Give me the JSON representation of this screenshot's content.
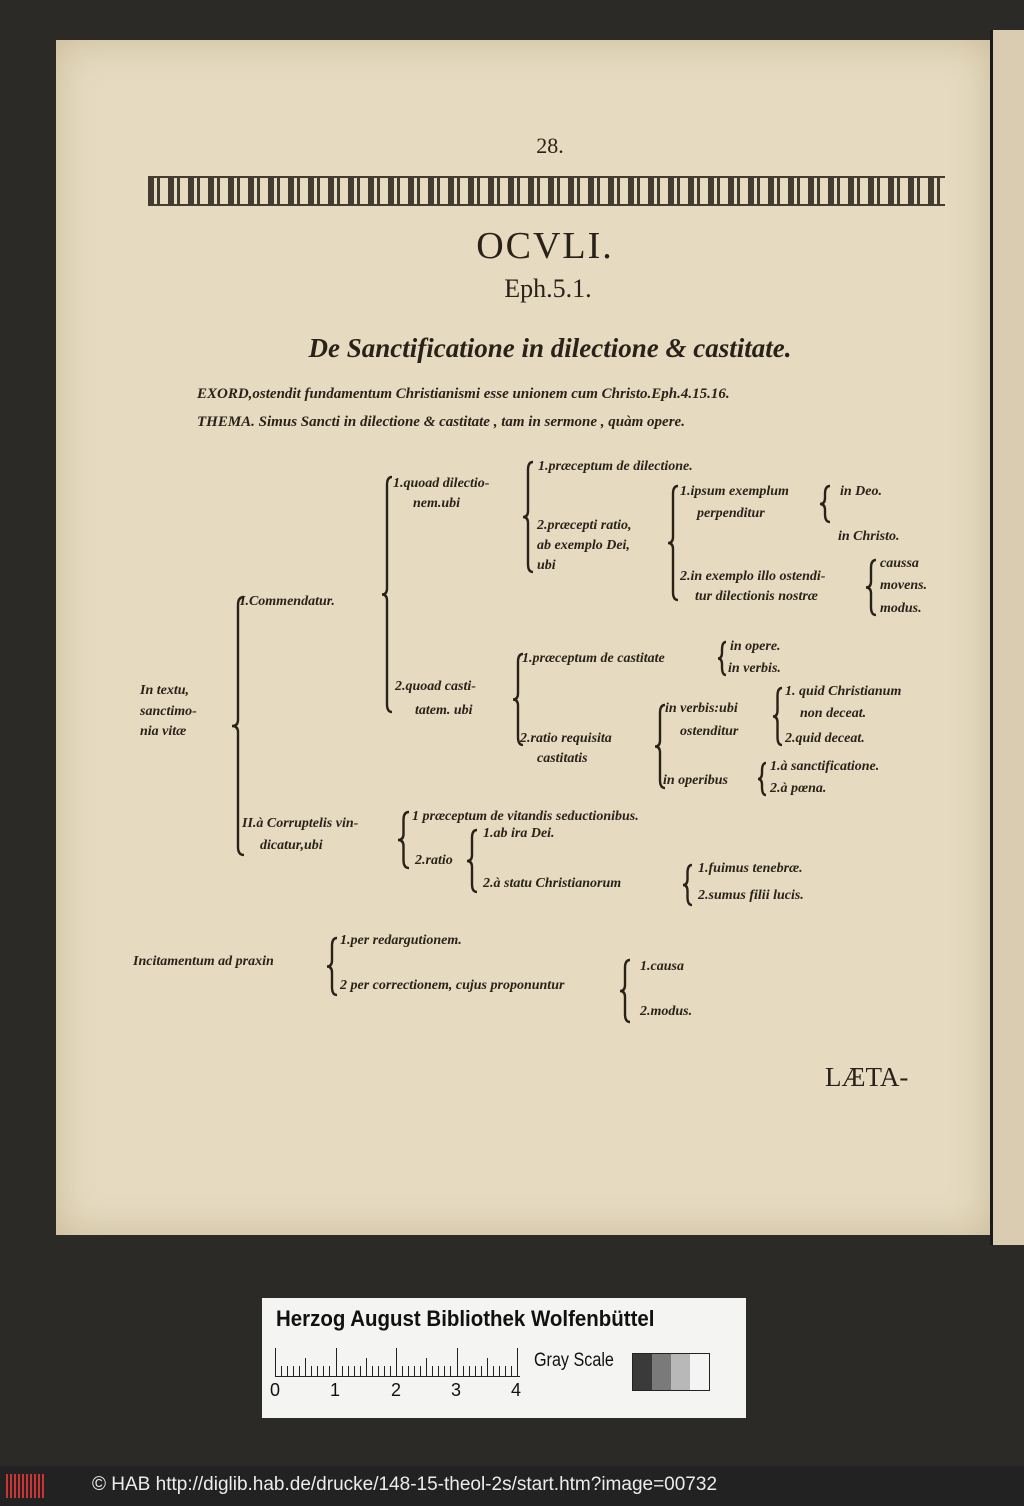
{
  "page": {
    "number": "28.",
    "heading": "OCVLI.",
    "reference": "Eph.5.1.",
    "title": "De Sanctificatione in dilectione & castitate.",
    "exord": "EXORD,ostendit fundamentum Christianismi esse unionem cum Christo.Eph.4.15.16.",
    "thema": "THEMA. Simus Sancti in dilectione & castitate , tam in sermone , quàm opere.",
    "diagram": {
      "root": [
        "In textu,",
        "sanctimo-",
        "nia vitæ"
      ],
      "commendatur": "I.Commendatur.",
      "quoad_dilectionem": [
        "1.quoad dilectio-",
        "nem.ubi"
      ],
      "praeceptum_dilectione": "1.præceptum de dilectione.",
      "praecepti_ratio": [
        "2.præcepti ratio,",
        "ab exemplo Dei,",
        "ubi"
      ],
      "ipsum_exemplum": [
        "1.ipsum exemplum",
        "perpenditur"
      ],
      "in_deo": "in Deo.",
      "in_christo": "in Christo.",
      "in_exemplo": [
        "2.in exemplo illo ostendi-",
        "tur dilectionis nostræ"
      ],
      "caussa": [
        "caussa",
        "movens.",
        "modus."
      ],
      "quoad_castitatem": [
        "2.quoad casti-",
        "tatem. ubi"
      ],
      "praeceptum_castitate": "1.præceptum de castitate",
      "in_opere": "in opere.",
      "in_verbis": "in verbis.",
      "ratio_requisita": [
        "2.ratio requisita",
        "castitatis"
      ],
      "in_verbis_ubi": [
        "in verbis:ubi",
        "ostenditur"
      ],
      "quid_non_deceat": [
        "1. quid Christianum",
        "non deceat."
      ],
      "quid_deceat": "2.quid deceat.",
      "in_operibus": "in operibus",
      "sanctificatione": "1.à sanctificatione.",
      "poena": "2.à pœna.",
      "corruptelis": [
        "II.à Corruptelis vin-",
        "dicatur,ubi"
      ],
      "vitandis": "1 præceptum de vitandis seductionibus.",
      "ab_ira": "1.ab ira Dei.",
      "ratio2": "2.ratio",
      "statu": "2.à statu Christianorum",
      "fuimus": "1.fuimus tenebræ.",
      "sumus": "2.sumus filii lucis."
    },
    "incitamentum": {
      "label": "Incitamentum ad praxin",
      "item1": "1.per redargutionem.",
      "item2": "2 per correctionem, cujus proponuntur",
      "causa": "1.causa",
      "modus": "2.modus."
    },
    "catchword": "LÆTA-"
  },
  "card": {
    "title": "Herzog August Bibliothek Wolfenbüttel",
    "ruler_numbers": [
      "0",
      "1",
      "2",
      "3",
      "4"
    ],
    "gray_scale_label": "Gray Scale",
    "gray_scale_colors": [
      "#3a3a3a",
      "#7a7a7a",
      "#b8b8b8",
      "#f4f4f4"
    ]
  },
  "footer": {
    "text": "© HAB http://diglib.hab.de/drucke/148-15-theol-2s/start.htm?image=00732"
  }
}
